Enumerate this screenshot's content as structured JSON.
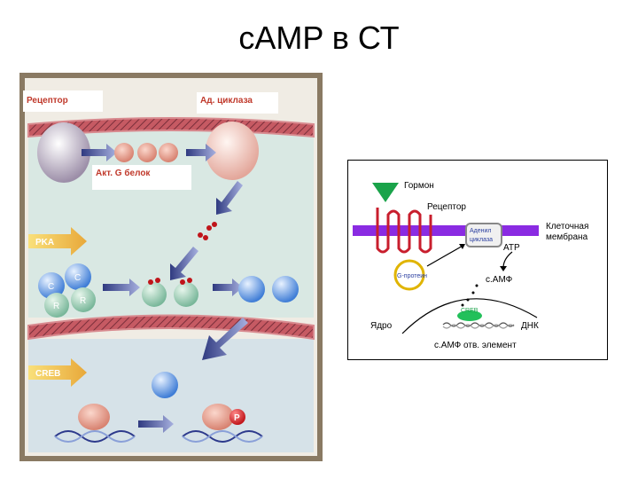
{
  "slide": {
    "title": "cAMP в СТ"
  },
  "left_diagram": {
    "labels": {
      "receptor": "Рецептор",
      "adenylate_cyclase": "Ад. циклаза",
      "active_g_protein": "Акт. G белок",
      "pka": "PKA",
      "creb": "CREB"
    },
    "subunits": {
      "c1": "C",
      "c2": "C",
      "r1": "R",
      "r2": "R"
    },
    "phospho": "P"
  },
  "right_diagram": {
    "labels": {
      "hormone": "Гормон",
      "receptor": "Рецептор",
      "adenylate_cyclase": "Аденил циклаза",
      "atp": "ATP",
      "membrane": "Клеточная мембрана",
      "g_protein": "G-протеин",
      "camp": "с.АМФ",
      "creb": "CREB",
      "nucleus": "Ядро",
      "dna": "ДНК",
      "response_element": "с.АМФ отв. элемент"
    }
  },
  "colors": {
    "membrane_red": "#b8323a",
    "membrane_purple": "#8a2be2",
    "hormone_green": "#1aa34a"
  }
}
